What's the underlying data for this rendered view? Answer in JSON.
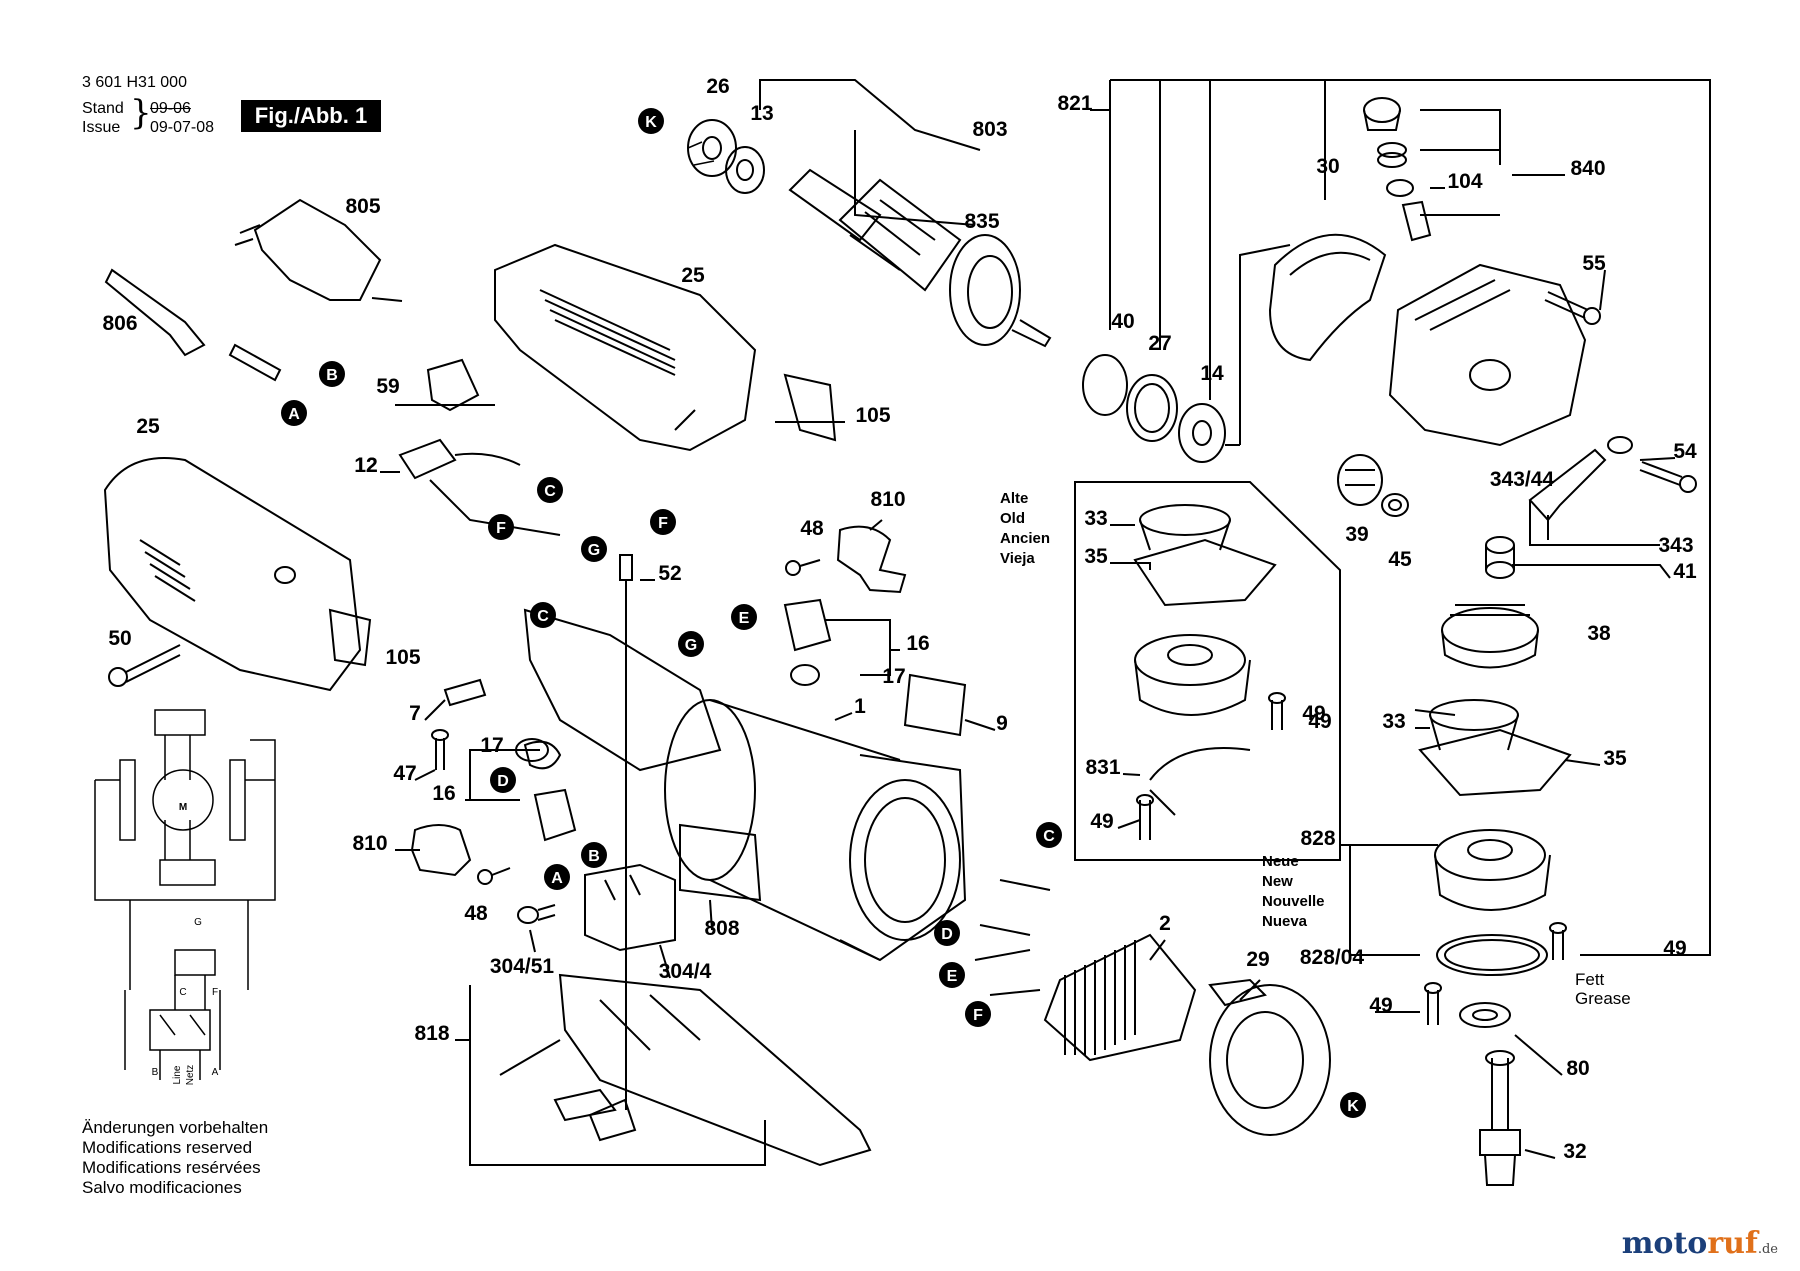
{
  "header": {
    "doc_number": "3 601 H31 000",
    "stand_label": "Stand",
    "issue_label": "Issue",
    "stand_date": "09-06",
    "issue_date": "09-07-08",
    "figure_label": "Fig./Abb. 1"
  },
  "part_labels": [
    "26",
    "13",
    "803",
    "821",
    "840",
    "104",
    "30",
    "835",
    "25",
    "805",
    "806",
    "59",
    "105",
    "40",
    "27",
    "14",
    "55",
    "54",
    "343/44",
    "343",
    "41",
    "39",
    "45",
    "12",
    "52",
    "810",
    "48",
    "16",
    "17",
    "50",
    "7",
    "47",
    "1",
    "9",
    "38",
    "33",
    "35",
    "49",
    "831",
    "828",
    "828/04",
    "80",
    "32",
    "818",
    "304/51",
    "304/4",
    "808",
    "2",
    "29"
  ],
  "connector_letters": [
    "K",
    "B",
    "A",
    "C",
    "F",
    "G",
    "E",
    "D"
  ],
  "legend_old": [
    "Alte",
    "Old",
    "Ancien",
    "Vieja"
  ],
  "legend_new": [
    "Neue",
    "New",
    "Nouvelle",
    "Nueva"
  ],
  "grease_label": [
    "Fett",
    "Grease"
  ],
  "schematic_labels": [
    "M",
    "G",
    "C",
    "F",
    "B",
    "A",
    "Line",
    "Netz"
  ],
  "footer": [
    "Änderungen vorbehalten",
    "Modifications reserved",
    "Modifications resérvées",
    "Salvo modificaciones"
  ],
  "watermark": {
    "part1": "moto",
    "part2": "ruf",
    "suffix": ".de"
  },
  "colors": {
    "line": "#000000",
    "background": "#ffffff",
    "watermark_blue": "#1b3f7a",
    "watermark_orange": "#e0701a"
  }
}
